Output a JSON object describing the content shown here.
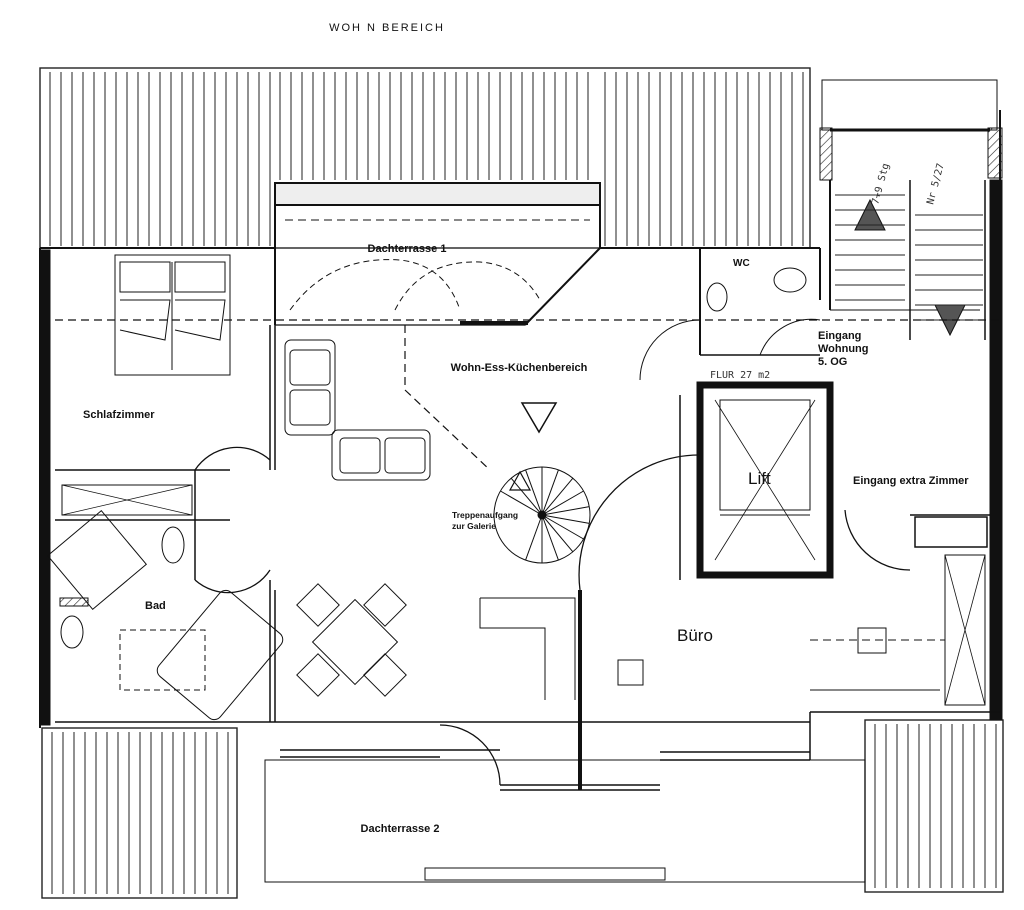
{
  "header": {
    "title": "WOH N BEREICH"
  },
  "rooms": {
    "dachterrasse_1": "Dachterrasse 1",
    "wc": "WC",
    "eingang": [
      "Eingang",
      "Wohnung",
      "5. OG"
    ],
    "wohn_ess": "Wohn-Ess-Küchenbereich",
    "schlafzimmer": "Schlafzimmer",
    "lift": "Lift",
    "eingang_extra": "Eingang extra Zimmer",
    "treppe": [
      "Treppenaufgang",
      "zur Galerie"
    ],
    "bad": "Bad",
    "buero": "Büro",
    "dachterrasse_2": "Dachterrasse 2"
  },
  "handwriting": {
    "stair_note": "7+9 Stg",
    "stair_number": "Nr 5/27",
    "floor_note": "FLUR 27 m2"
  }
}
